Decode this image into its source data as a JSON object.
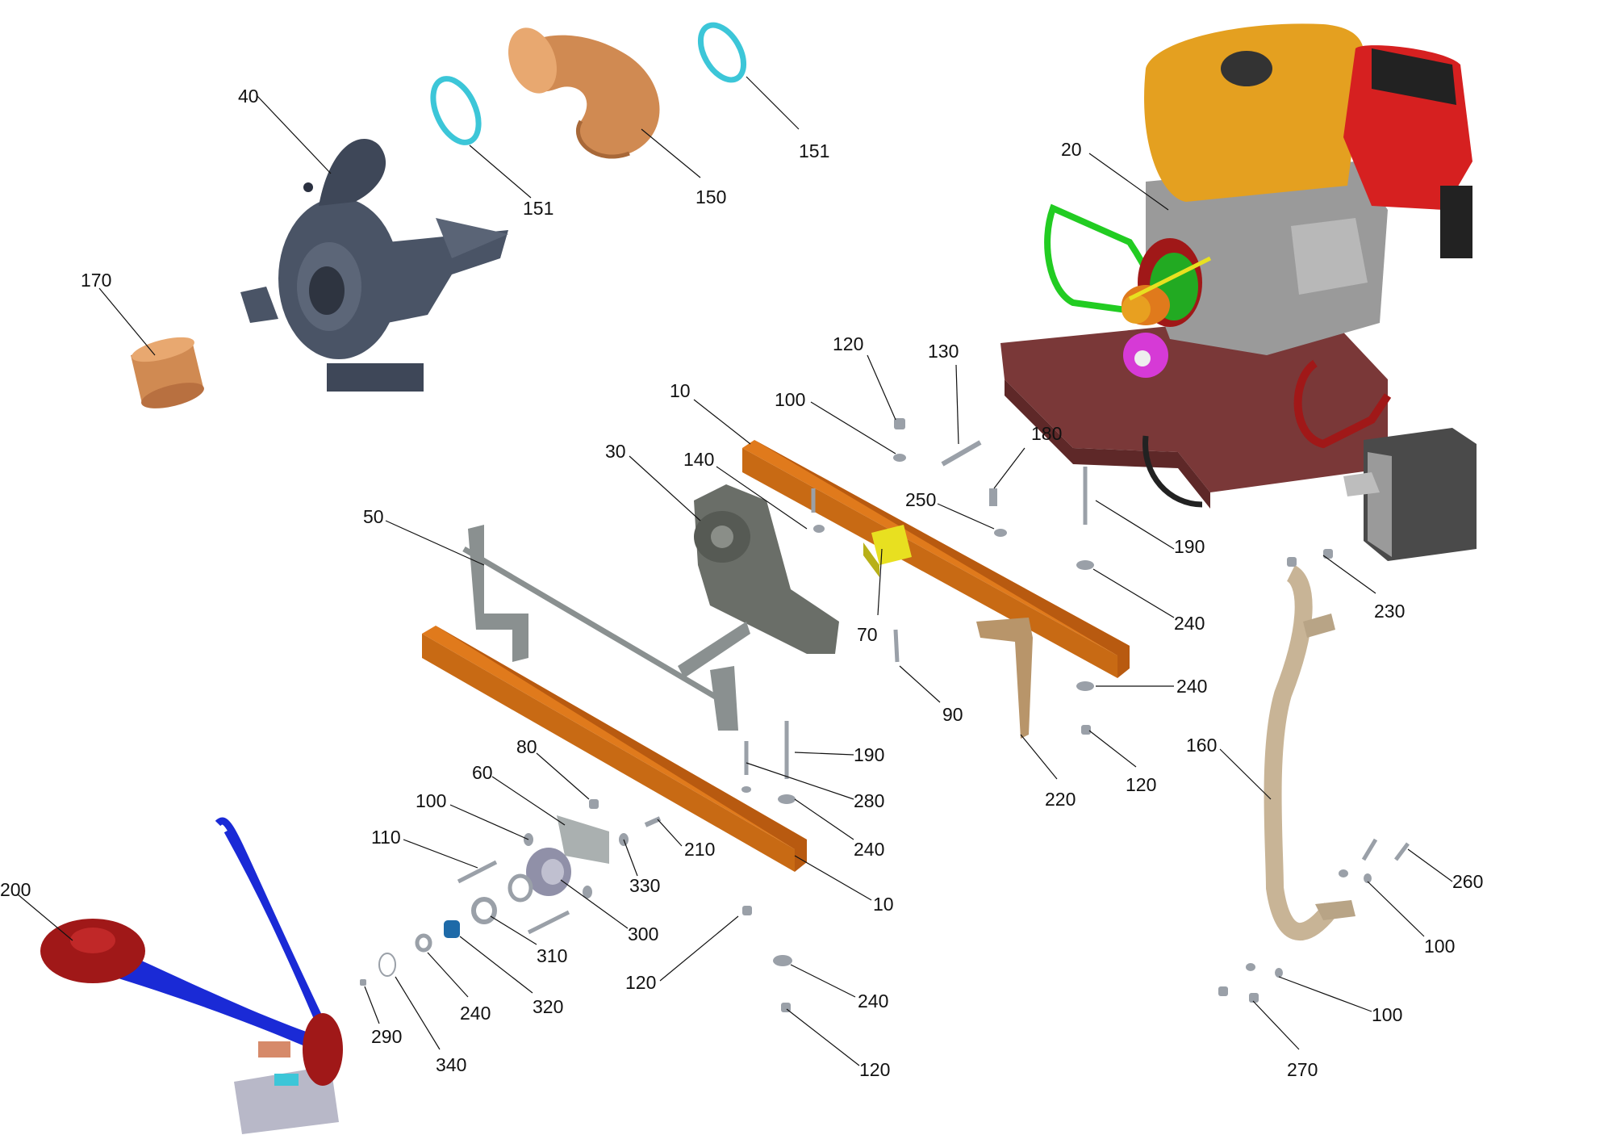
{
  "diagram": {
    "callouts": [
      {
        "id": "c40",
        "label": "40"
      },
      {
        "id": "c151a",
        "label": "151"
      },
      {
        "id": "c150",
        "label": "150"
      },
      {
        "id": "c151b",
        "label": "151"
      },
      {
        "id": "c170",
        "label": "170"
      },
      {
        "id": "c20",
        "label": "20"
      },
      {
        "id": "c120a",
        "label": "120"
      },
      {
        "id": "c130",
        "label": "130"
      },
      {
        "id": "c100a",
        "label": "100"
      },
      {
        "id": "c10a",
        "label": "10"
      },
      {
        "id": "c180",
        "label": "180"
      },
      {
        "id": "c30",
        "label": "30"
      },
      {
        "id": "c140",
        "label": "140"
      },
      {
        "id": "c250",
        "label": "250"
      },
      {
        "id": "c190a",
        "label": "190"
      },
      {
        "id": "c50",
        "label": "50"
      },
      {
        "id": "c70",
        "label": "70"
      },
      {
        "id": "c240a",
        "label": "240"
      },
      {
        "id": "c230",
        "label": "230"
      },
      {
        "id": "c90",
        "label": "90"
      },
      {
        "id": "c240b",
        "label": "240"
      },
      {
        "id": "c160",
        "label": "160"
      },
      {
        "id": "c120b",
        "label": "120"
      },
      {
        "id": "c220",
        "label": "220"
      },
      {
        "id": "c80",
        "label": "80"
      },
      {
        "id": "c190b",
        "label": "190"
      },
      {
        "id": "c60",
        "label": "60"
      },
      {
        "id": "c280",
        "label": "280"
      },
      {
        "id": "c100b",
        "label": "100"
      },
      {
        "id": "c240c",
        "label": "240"
      },
      {
        "id": "c110",
        "label": "110"
      },
      {
        "id": "c210",
        "label": "210"
      },
      {
        "id": "c330",
        "label": "330"
      },
      {
        "id": "c10b",
        "label": "10"
      },
      {
        "id": "c260",
        "label": "260"
      },
      {
        "id": "c300",
        "label": "300"
      },
      {
        "id": "c100c",
        "label": "100"
      },
      {
        "id": "c200",
        "label": "200"
      },
      {
        "id": "c310",
        "label": "310"
      },
      {
        "id": "c120c",
        "label": "120"
      },
      {
        "id": "c240d",
        "label": "240"
      },
      {
        "id": "c100d",
        "label": "100"
      },
      {
        "id": "c320",
        "label": "320"
      },
      {
        "id": "c240e",
        "label": "240"
      },
      {
        "id": "c290",
        "label": "290"
      },
      {
        "id": "c270",
        "label": "270"
      },
      {
        "id": "c120d",
        "label": "120"
      },
      {
        "id": "c340",
        "label": "340"
      }
    ]
  },
  "colors": {
    "frame_orange": "#e07a1c",
    "frame_shadow": "#b85a10",
    "blower_gray": "#4a5466",
    "hose_tan": "#d08a52",
    "clamp_cyan": "#3cc6d8",
    "tank_gold": "#e4a020",
    "engine_red": "#d62020",
    "engine_gray": "#9a9a9a",
    "base_maroon": "#7a3838",
    "belt_green": "#22cc22",
    "belt_blue": "#1a2ad6",
    "pulley_red": "#a01818",
    "pulley_magenta": "#d63ad6",
    "muffler_gray": "#4a4a4a",
    "pipe_tan": "#c8b496",
    "bracket_gray": "#8a9090",
    "bracket_tan": "#b8956a",
    "pillow_gray": "#6a6e68",
    "clamp_yellow": "#e8e020"
  }
}
